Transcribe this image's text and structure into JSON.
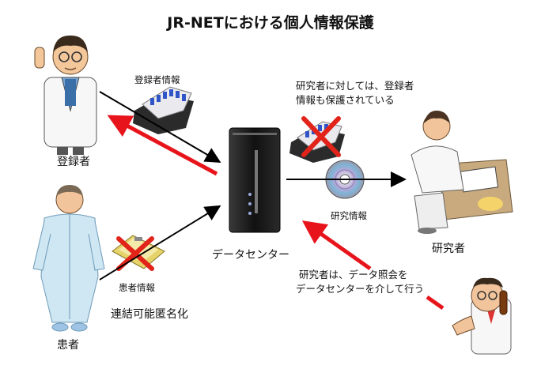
{
  "title": "JR-NETにおける個人情報保護",
  "nodes": {
    "registrant": "登録者",
    "patient": "患者",
    "data_center": "データセンター",
    "researcher": "研究者"
  },
  "labels": {
    "registrant_info": "登録者情報",
    "patient_info": "患者情報",
    "research_info": "研究情報",
    "anonymization": "連結可能匿名化",
    "protection_note_line1": "研究者に対しては、登録者",
    "protection_note_line2": "情報も保護されている",
    "query_note_line1": "研究者は、データ照会を",
    "query_note_line2": "データセンターを介して行う"
  },
  "colors": {
    "arrow_red": "#e8141b",
    "arrow_black": "#000000",
    "cross": "#e2231a"
  }
}
